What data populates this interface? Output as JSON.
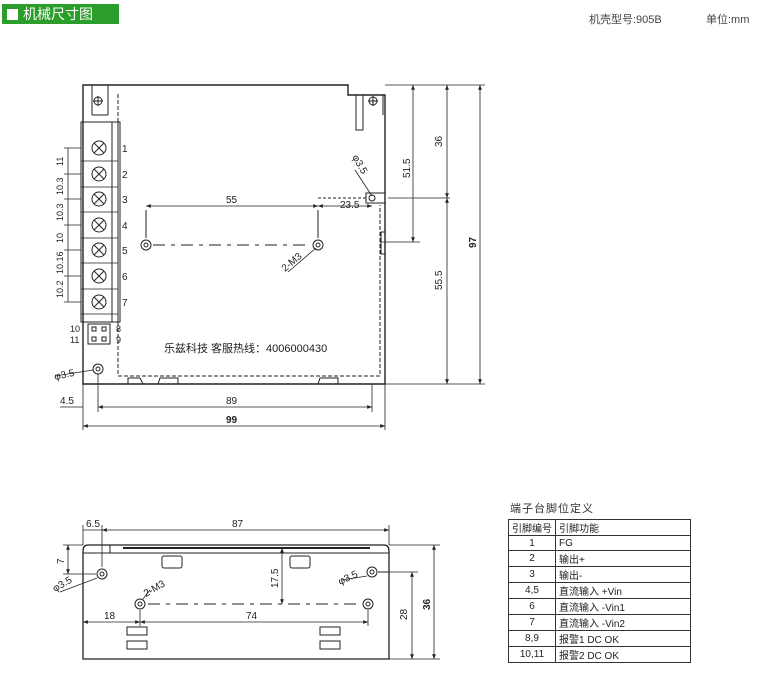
{
  "header": {
    "title": "机械尺寸图",
    "model": "机壳型号:905B",
    "unit": "单位:mm"
  },
  "top_view": {
    "terminal_numbers": [
      "1",
      "2",
      "3",
      "4",
      "5",
      "6",
      "7"
    ],
    "aux_left": [
      "10",
      "11"
    ],
    "aux_right": [
      "8",
      "9"
    ],
    "pitch_labels": [
      "11",
      "10.3",
      "10.3",
      "10",
      "10.16",
      "10.2"
    ],
    "dim_55": "55",
    "dim_23_5": "23.5",
    "dim_51_5": "51.5",
    "dim_36": "36",
    "dim_55_5": "55.5",
    "dim_97": "97",
    "dim_4_5": "4.5",
    "dim_89": "89",
    "dim_99": "99",
    "hole_phi_tr": "φ3.5",
    "hole_phi_bl": "φ3.5",
    "thread_label": "2-M3",
    "hotline": "乐兹科技 客服热线：4006000430"
  },
  "side_view": {
    "dim_6_5": "6.5",
    "dim_87": "87",
    "dim_7": "7",
    "phi_left": "φ3.5",
    "phi_right": "φ3.5",
    "thread_label": "2-M3",
    "dim_17_5": "17.5",
    "dim_18": "18",
    "dim_74": "74",
    "dim_28": "28",
    "dim_36": "36"
  },
  "pin_table": {
    "title": "端子台脚位定义",
    "headers": [
      "引脚编号",
      "引脚功能"
    ],
    "rows": [
      {
        "pin": "1",
        "func": "FG"
      },
      {
        "pin": "2",
        "func": "输出+"
      },
      {
        "pin": "3",
        "func": "输出-"
      },
      {
        "pin": "4,5",
        "func": "直流输入  +Vin"
      },
      {
        "pin": "6",
        "func": "直流输入  -Vin1"
      },
      {
        "pin": "7",
        "func": "直流输入  -Vin2"
      },
      {
        "pin": "8,9",
        "func": "报警1   DC OK"
      },
      {
        "pin": "10,11",
        "func": "报警2   DC OK"
      }
    ]
  }
}
